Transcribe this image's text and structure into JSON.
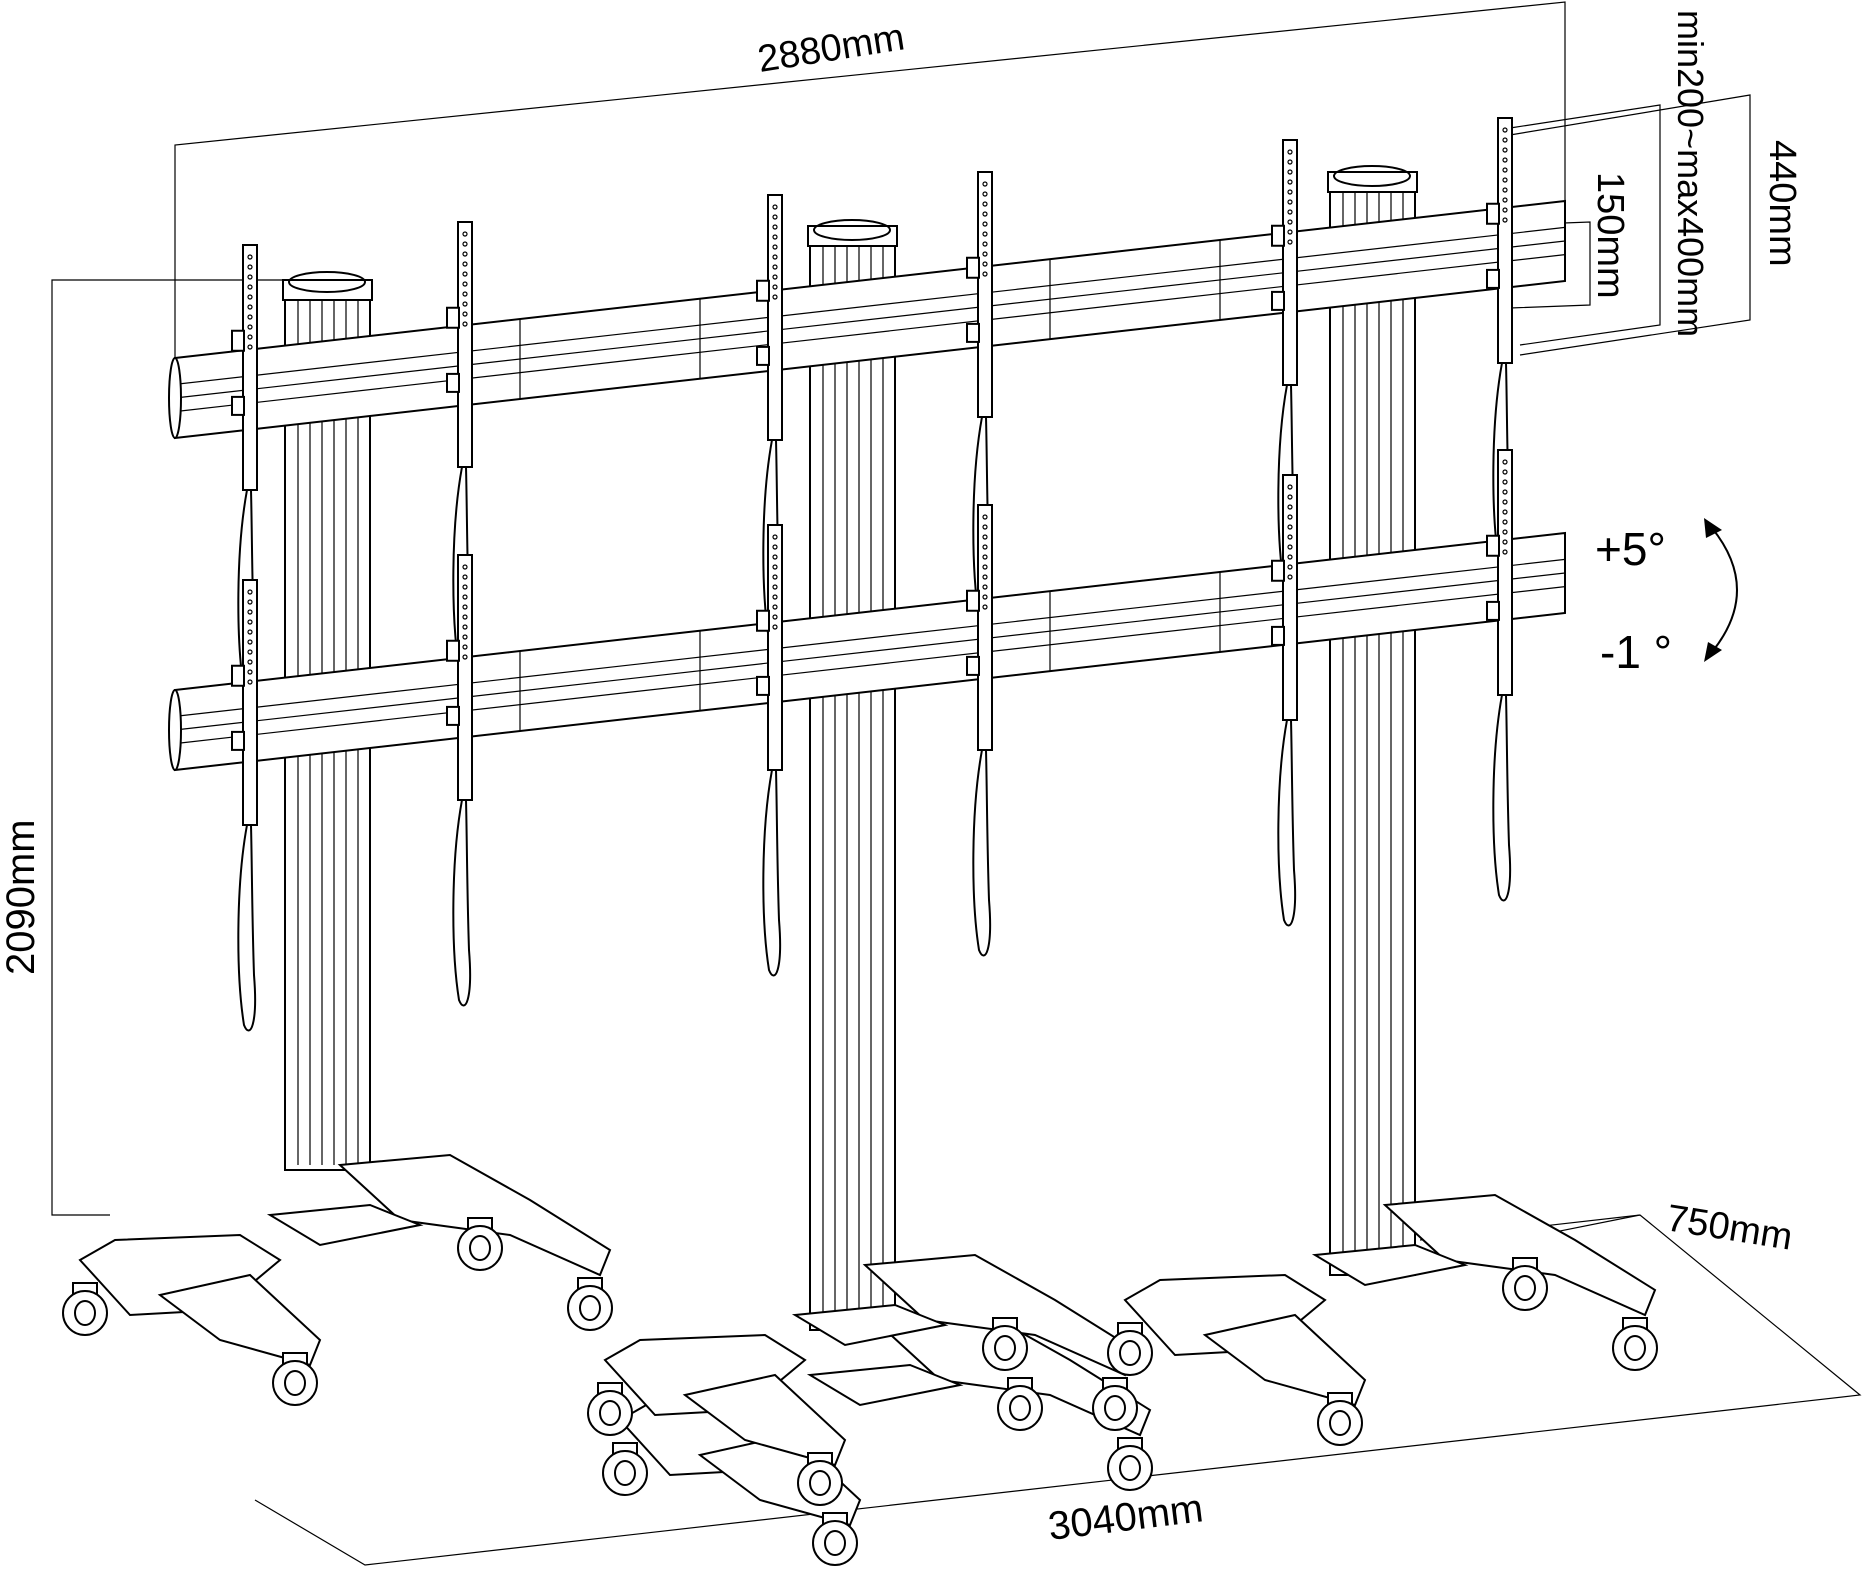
{
  "dimensions": {
    "width_top": "2880mm",
    "height": "2090mm",
    "base_width": "3040mm",
    "depth": "750mm",
    "bracket_height": "440mm",
    "bracket_spacing": "150mm",
    "vesa_range": "min200~max400mm"
  },
  "tilt": {
    "up": "+5°",
    "down": "-1 °"
  },
  "drawing": {
    "columns": 3,
    "rails_per_column": 2,
    "brackets_per_rail": 6,
    "casters_per_base": 4
  },
  "colors": {
    "line": "#000000",
    "background": "#ffffff"
  }
}
